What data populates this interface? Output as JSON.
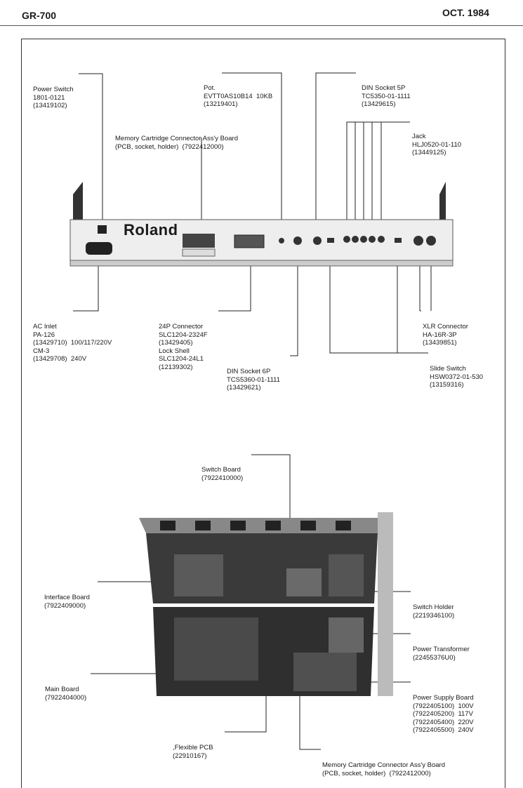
{
  "header": {
    "model": "GR-700",
    "date": "OCT. 1984"
  },
  "rear_panel": {
    "brand": "Roland",
    "parts": [
      {
        "id": "power_switch",
        "lines": [
          "Power Switch",
          "1801-0121",
          "(13419102)"
        ]
      },
      {
        "id": "pot",
        "lines": [
          "Pot.",
          "EVTT0AS10B14  10KB",
          "(13219401)"
        ]
      },
      {
        "id": "din5",
        "lines": [
          "DIN Socket 5P",
          "TC5350-01-1111",
          "(13429615)"
        ]
      },
      {
        "id": "mem_cart_top",
        "lines": [
          "Memory Cartridge Connector Ass'y Board",
          "(PCB, socket, holder)  (7922412000)"
        ]
      },
      {
        "id": "jack",
        "lines": [
          "Jack",
          "HLJ0520-01-110",
          "(13449125)"
        ]
      },
      {
        "id": "ac_inlet",
        "lines": [
          "AC Inlet",
          "PA-126",
          "(13429710)  100/117/220V",
          "CM-3",
          "(13429708)  240V"
        ]
      },
      {
        "id": "p24",
        "lines": [
          "24P Connector",
          "SLC1204-2324F",
          "(13429405)",
          "Lock Shell",
          "SLC1204-24L1",
          "(12139302)"
        ]
      },
      {
        "id": "xlr",
        "lines": [
          "XLR Connector",
          "HA-16R-3P",
          "(13439851)"
        ]
      },
      {
        "id": "din6",
        "lines": [
          "DIN Socket 6P",
          "TCS5360-01-1111",
          "(13429621)"
        ]
      },
      {
        "id": "slide",
        "lines": [
          "Slide Switch",
          "HSW0372-01-530",
          "(13159316)"
        ]
      }
    ]
  },
  "interior": {
    "parts": [
      {
        "id": "switch_board",
        "lines": [
          "Switch Board",
          "(7922410000)"
        ]
      },
      {
        "id": "interface_board",
        "lines": [
          "Interface Board",
          "(7922409000)"
        ]
      },
      {
        "id": "switch_holder",
        "lines": [
          "Switch Holder",
          "(2219346100)"
        ]
      },
      {
        "id": "power_transformer",
        "lines": [
          "Power Transformer",
          "(22455376U0)"
        ]
      },
      {
        "id": "main_board",
        "lines": [
          "Main Board",
          "(7922404000)"
        ]
      },
      {
        "id": "psu_board",
        "lines": [
          "Power Supply Board",
          "(7922405100)  100V",
          "(7922405200)  117V",
          "(7922405400)  220V",
          "(7922405500)  240V"
        ]
      },
      {
        "id": "flex_pcb",
        "lines": [
          ",Flexible PCB",
          "(22910167)"
        ]
      },
      {
        "id": "mem_cart_bottom",
        "lines": [
          "Memory Cartridge Connector Ass'y Board",
          "(PCB, socket, holder)  (7922412000)"
        ]
      }
    ]
  }
}
